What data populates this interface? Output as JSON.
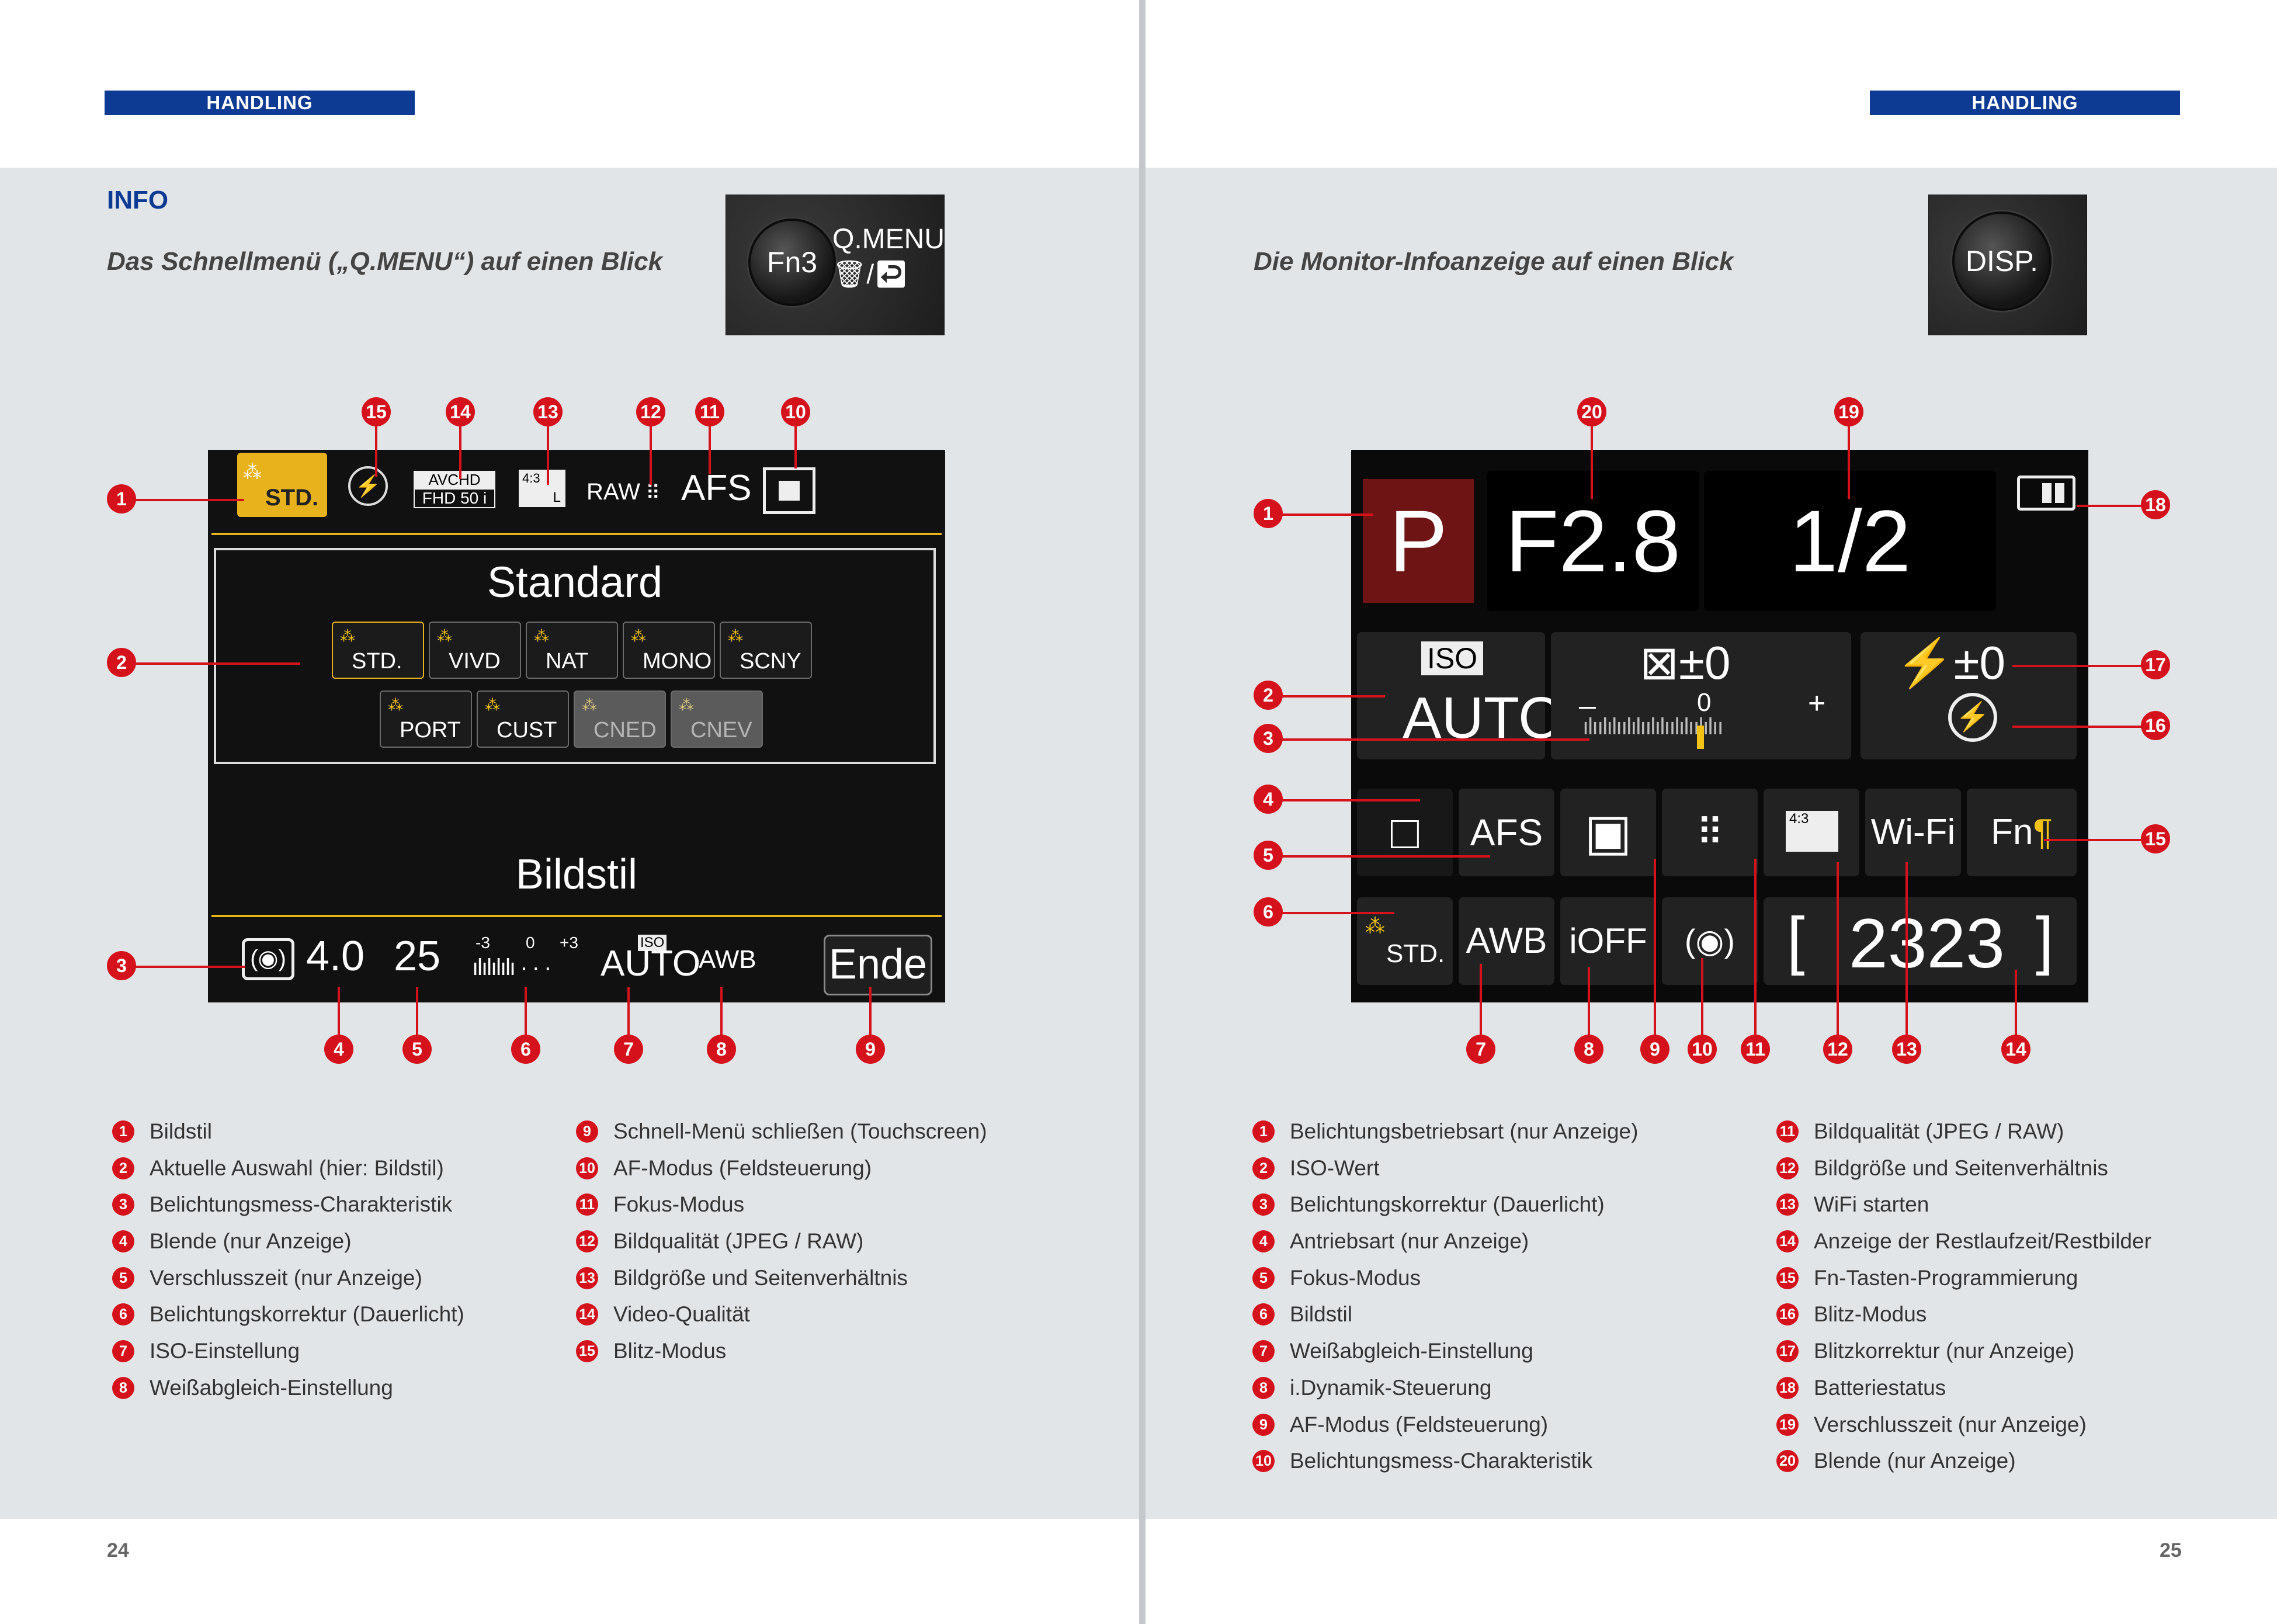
{
  "header": {
    "left_label": "HANDLING",
    "right_label": "HANDLING"
  },
  "left": {
    "section": "INFO",
    "subtitle": "Das Schnellmenü („Q.MENU“) auf einen Blick",
    "button": {
      "key": "Fn3",
      "line1": "Q.MENU",
      "line2": "🗑/↩"
    },
    "screen": {
      "top_icons": [
        "STD.",
        "⚡",
        "AVCHD",
        "FHD 50 i",
        "4:3",
        "L",
        "RAW",
        "AFS"
      ],
      "title": "Standard",
      "styles_row1": [
        "STD.",
        "VIVD",
        "NAT",
        "MONO",
        "SCNY"
      ],
      "styles_row2": [
        "PORT",
        "CUST",
        "CNED",
        "CNEV"
      ],
      "bottom_title": "Bildstil",
      "aperture": "4.0",
      "shutter": "25",
      "ev_scale_left": "-3",
      "ev_scale_mid": "0",
      "ev_scale_right": "+3",
      "iso_tag": "ISO",
      "iso": "AUTO",
      "wb": "AWB",
      "end": "Ende"
    },
    "callouts_top": [
      "15",
      "14",
      "13",
      "12",
      "11",
      "10"
    ],
    "callouts_left": [
      "1",
      "2",
      "3"
    ],
    "callouts_bottom": [
      "4",
      "5",
      "6",
      "7",
      "8",
      "9"
    ],
    "legend_col1": [
      {
        "n": "1",
        "text": "Bildstil"
      },
      {
        "n": "2",
        "text": "Aktuelle Auswahl (hier: Bildstil)"
      },
      {
        "n": "3",
        "text": "Belichtungsmess-Charakteristik"
      },
      {
        "n": "4",
        "text": "Blende (nur Anzeige)"
      },
      {
        "n": "5",
        "text": "Verschlusszeit (nur Anzeige)"
      },
      {
        "n": "6",
        "text": "Belichtungskorrektur (Dauerlicht)"
      },
      {
        "n": "7",
        "text": "ISO-Einstellung"
      },
      {
        "n": "8",
        "text": "Weißabgleich-Einstellung"
      }
    ],
    "legend_col2": [
      {
        "n": "9",
        "text": "Schnell-Menü schließen (Touchscreen)"
      },
      {
        "n": "10",
        "text": "AF-Modus (Feldsteuerung)"
      },
      {
        "n": "11",
        "text": "Fokus-Modus"
      },
      {
        "n": "12",
        "text": "Bildqualität (JPEG / RAW)"
      },
      {
        "n": "13",
        "text": "Bildgröße und Seitenverhältnis"
      },
      {
        "n": "14",
        "text": "Video-Qualität"
      },
      {
        "n": "15",
        "text": "Blitz-Modus"
      }
    ],
    "page_number": "24"
  },
  "right": {
    "subtitle": "Die Monitor-Infoanzeige auf einen Blick",
    "button": {
      "key": "DISP."
    },
    "screen": {
      "mode": "P",
      "aperture": "F2.8",
      "shutter": "1/2",
      "iso_tag": "ISO",
      "iso": "AUTO",
      "ev": "±0",
      "ev_minus": "–",
      "ev_zero": "0",
      "ev_plus": "+",
      "flash_ev": "±0",
      "row3": [
        "□",
        "AFS",
        "▣",
        "⠿",
        "4:3",
        "Wi-Fi",
        "Fn"
      ],
      "row4": [
        "STD.",
        "AWB",
        "iOFF",
        "(◉)"
      ],
      "remaining_open": "[",
      "remaining": "2323",
      "remaining_close": "]"
    },
    "callouts_top": [
      "20",
      "19"
    ],
    "callouts_left": [
      "1",
      "2",
      "3",
      "4",
      "5",
      "6"
    ],
    "callouts_right": [
      "18",
      "17",
      "16",
      "15"
    ],
    "callouts_bottom": [
      "7",
      "8",
      "9",
      "10",
      "11",
      "12",
      "13",
      "14"
    ],
    "legend_col1": [
      {
        "n": "1",
        "text": "Belichtungsbetriebsart (nur Anzeige)"
      },
      {
        "n": "2",
        "text": "ISO-Wert"
      },
      {
        "n": "3",
        "text": "Belichtungskorrektur (Dauerlicht)"
      },
      {
        "n": "4",
        "text": "Antriebsart (nur Anzeige)"
      },
      {
        "n": "5",
        "text": "Fokus-Modus"
      },
      {
        "n": "6",
        "text": "Bildstil"
      },
      {
        "n": "7",
        "text": "Weißabgleich-Einstellung"
      },
      {
        "n": "8",
        "text": "i.Dynamik-Steuerung"
      },
      {
        "n": "9",
        "text": "AF-Modus (Feldsteuerung)"
      },
      {
        "n": "10",
        "text": "Belichtungsmess-Charakteristik"
      }
    ],
    "legend_col2": [
      {
        "n": "11",
        "text": "Bildqualität (JPEG / RAW)"
      },
      {
        "n": "12",
        "text": "Bildgröße und Seitenverhältnis"
      },
      {
        "n": "13",
        "text": "WiFi starten"
      },
      {
        "n": "14",
        "text": "Anzeige der Restlaufzeit/Restbilder"
      },
      {
        "n": "15",
        "text": "Fn-Tasten-Programmierung"
      },
      {
        "n": "16",
        "text": "Blitz-Modus"
      },
      {
        "n": "17",
        "text": "Blitzkorrektur (nur Anzeige)"
      },
      {
        "n": "18",
        "text": "Batteriestatus"
      },
      {
        "n": "19",
        "text": "Verschlusszeit (nur Anzeige)"
      },
      {
        "n": "20",
        "text": "Blende (nur Anzeige)"
      }
    ],
    "page_number": "25"
  },
  "colors": {
    "brand_blue": "#0d3b94",
    "callout_red": "#d5121c",
    "accent_yellow": "#f2c314"
  }
}
